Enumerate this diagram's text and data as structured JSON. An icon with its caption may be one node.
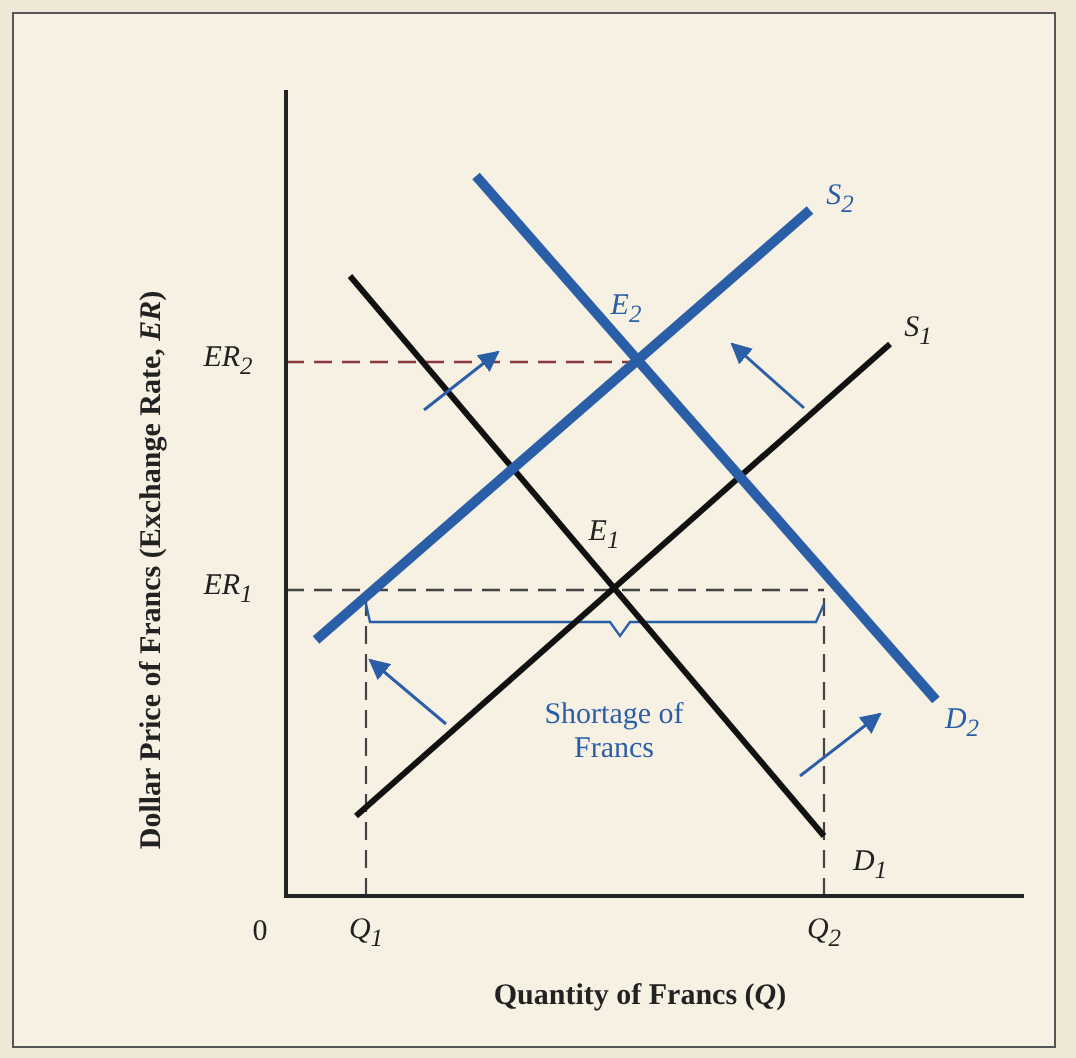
{
  "diagram": {
    "labels": [
      "Dollar Price of Francs (Exchange Rate, *ER*)",
      "S$_{2}$",
      "E$_{2}$",
      "ER$_{2}$",
      "S$_{1}$",
      "E$_{1}$",
      "ER$_{1}$",
      "Shortage of Francs",
      "D$_{2}$",
      "D$_{1}$",
      "0",
      "Q$_{1}$",
      "Q$_{2}$",
      "Quantity of Francs (*Q*)"
    ]
  }
}
